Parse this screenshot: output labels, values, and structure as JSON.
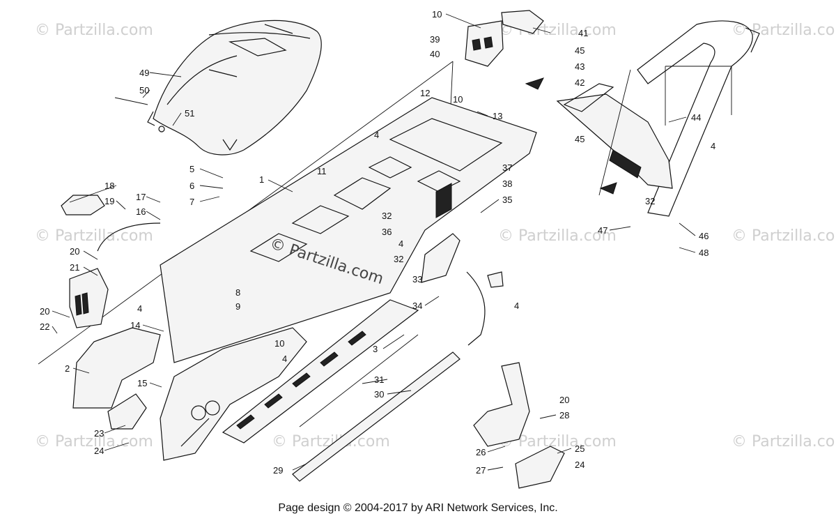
{
  "watermarks": {
    "small": "© Partzilla.com",
    "center": "© Partzilla.com"
  },
  "callouts": [
    "1",
    "2",
    "3",
    "4",
    "5",
    "6",
    "7",
    "8",
    "9",
    "10",
    "11",
    "12",
    "13",
    "14",
    "15",
    "16",
    "17",
    "18",
    "19",
    "20",
    "21",
    "22",
    "23",
    "24",
    "25",
    "26",
    "27",
    "28",
    "29",
    "30",
    "31",
    "32",
    "33",
    "34",
    "35",
    "36",
    "37",
    "38",
    "39",
    "40",
    "41",
    "42",
    "43",
    "44",
    "45",
    "46",
    "47",
    "48",
    "49",
    "50",
    "51"
  ],
  "footer": "Page design © 2004-2017 by ARI Network Services, Inc."
}
